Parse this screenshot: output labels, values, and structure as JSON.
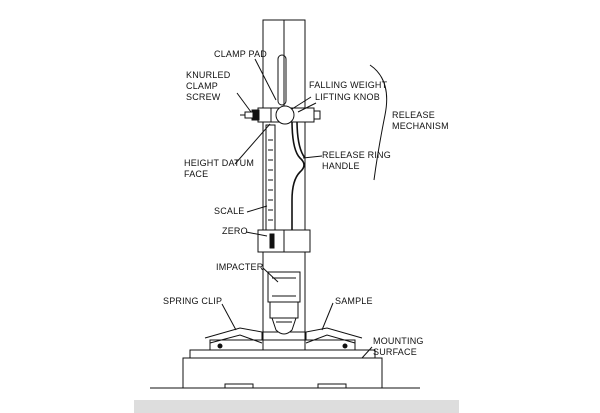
{
  "diagram": {
    "labels": {
      "clamp_pad": "CLAMP PAD",
      "knurled_1": "KNURLED",
      "knurled_2": "CLAMP",
      "knurled_3": "SCREW",
      "falling_weight": "FALLING WEIGHT",
      "lifting_knob": "LIFTING KNOB",
      "release_1": "RELEASE",
      "release_2": "MECHANISM",
      "height_1": "HEIGHT DATUM",
      "height_2": "FACE",
      "release_ring_1": "RELEASE RING",
      "release_ring_2": "HANDLE",
      "scale": "SCALE",
      "zero": "ZERO",
      "impacter": "IMPACTER",
      "spring_clip": "SPRING CLIP",
      "sample": "SAMPLE",
      "mounting_1": "MOUNTING",
      "mounting_2": "SURFACE"
    }
  }
}
